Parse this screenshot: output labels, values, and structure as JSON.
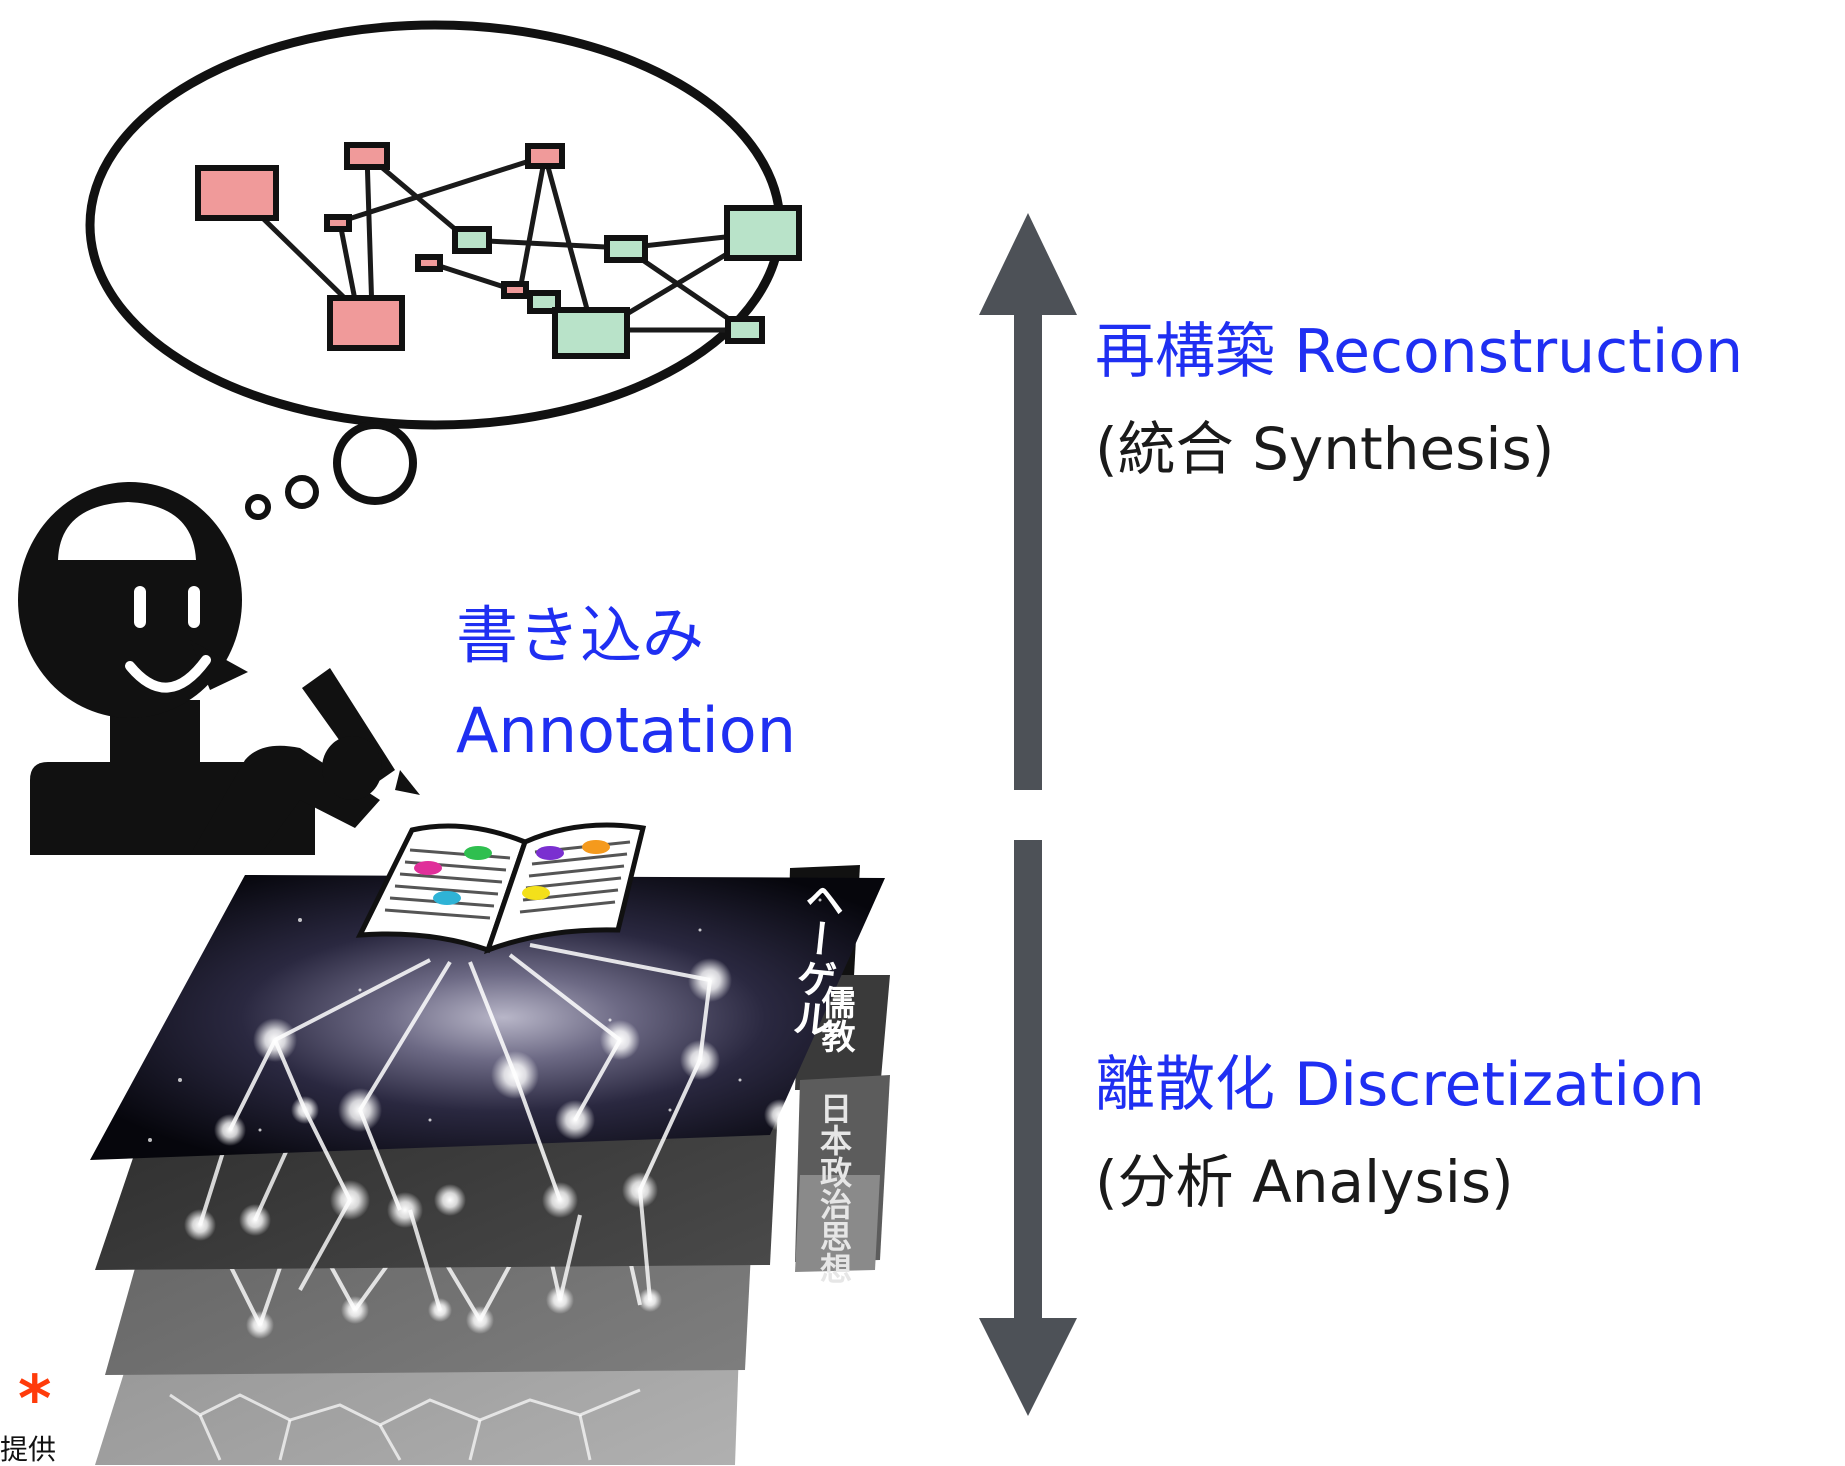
{
  "labels": {
    "reconstruction": "再構築 Reconstruction",
    "synthesis": "(統合 Synthesis)",
    "annotation_jp": "書き込み",
    "annotation_en": "Annotation",
    "discretization": "離散化 Discretization",
    "analysis": "(分析 Analysis)"
  },
  "layers": {
    "hegel": "ヘーゲル",
    "confucianism": "儒教",
    "japanese_political_thought": "日本政治思想"
  },
  "footer": {
    "asterisk": "*",
    "credit": "提供"
  },
  "colors": {
    "label_blue": "#1f2ff2",
    "arrow_gray": "#4d5157",
    "node_pink": "#f09a9a",
    "node_green": "#b9e3c9",
    "asterisk_red": "#ff3b0a"
  }
}
